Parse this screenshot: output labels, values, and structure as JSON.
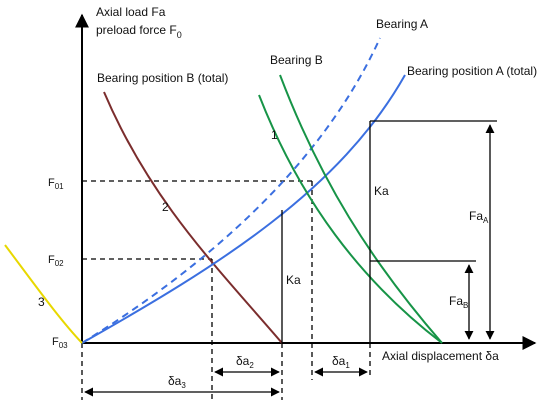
{
  "axes": {
    "y_label_1": "Axial load Fa",
    "y_label_2": "preload force F",
    "y_label_2_sub": "0",
    "x_label": "Axial displacement δa"
  },
  "y_ticks": {
    "f01": "F",
    "f01_sub": "01",
    "f02": "F",
    "f02_sub": "02",
    "f03": "F",
    "f03_sub": "03"
  },
  "curves": {
    "bearing_a": {
      "label": "Bearing A",
      "color": "#3b6fe0",
      "style": "dashed"
    },
    "bearing_b": {
      "label": "Bearing B",
      "color": "#179447"
    },
    "position_a_total": {
      "label": "Bearing position A (total)",
      "color": "#3b6fe0"
    },
    "position_b_total": {
      "label": "Bearing position B (total)",
      "color": "#7b2d2d"
    },
    "curve_3": {
      "color": "#e8d800"
    }
  },
  "markers": {
    "m1": "1",
    "m2": "2",
    "m3": "3"
  },
  "annotations": {
    "ka_left": "Ka",
    "ka_right": "Ka",
    "fa_a": "Fa",
    "fa_a_sub": "A",
    "fa_b": "Fa",
    "fa_b_sub": "B",
    "da1": "δa",
    "da1_sub": "1",
    "da2": "δa",
    "da2_sub": "2",
    "da3": "δa",
    "da3_sub": "3"
  }
}
